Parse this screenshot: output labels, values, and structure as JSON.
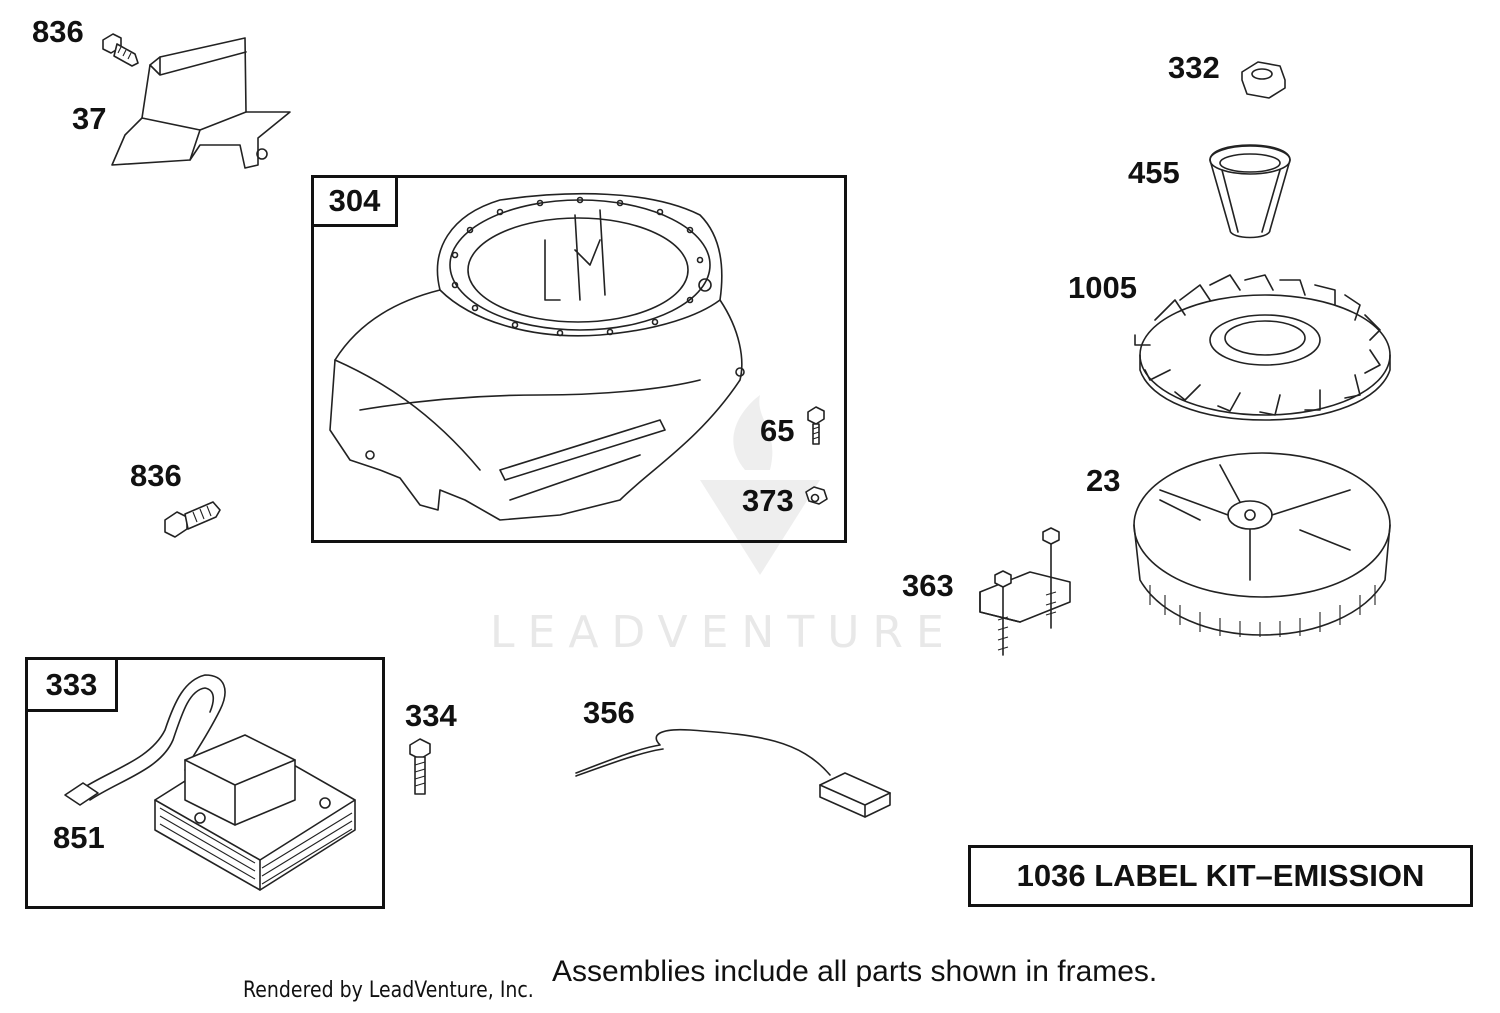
{
  "callouts": {
    "c836_top": "836",
    "c37": "37",
    "c836_left": "836",
    "c65": "65",
    "c373": "373",
    "c332": "332",
    "c455": "455",
    "c1005": "1005",
    "c23": "23",
    "c363": "363",
    "c334": "334",
    "c356": "356",
    "c851": "851"
  },
  "frames": {
    "blower_housing": "304",
    "armature_kit": "333"
  },
  "label_kit": "1036 LABEL KIT–EMISSION",
  "footer": {
    "rendered_by": "Rendered by LeadVenture, Inc.",
    "note": "Assemblies include all parts shown in frames."
  },
  "watermark": "LEADVENTURE"
}
